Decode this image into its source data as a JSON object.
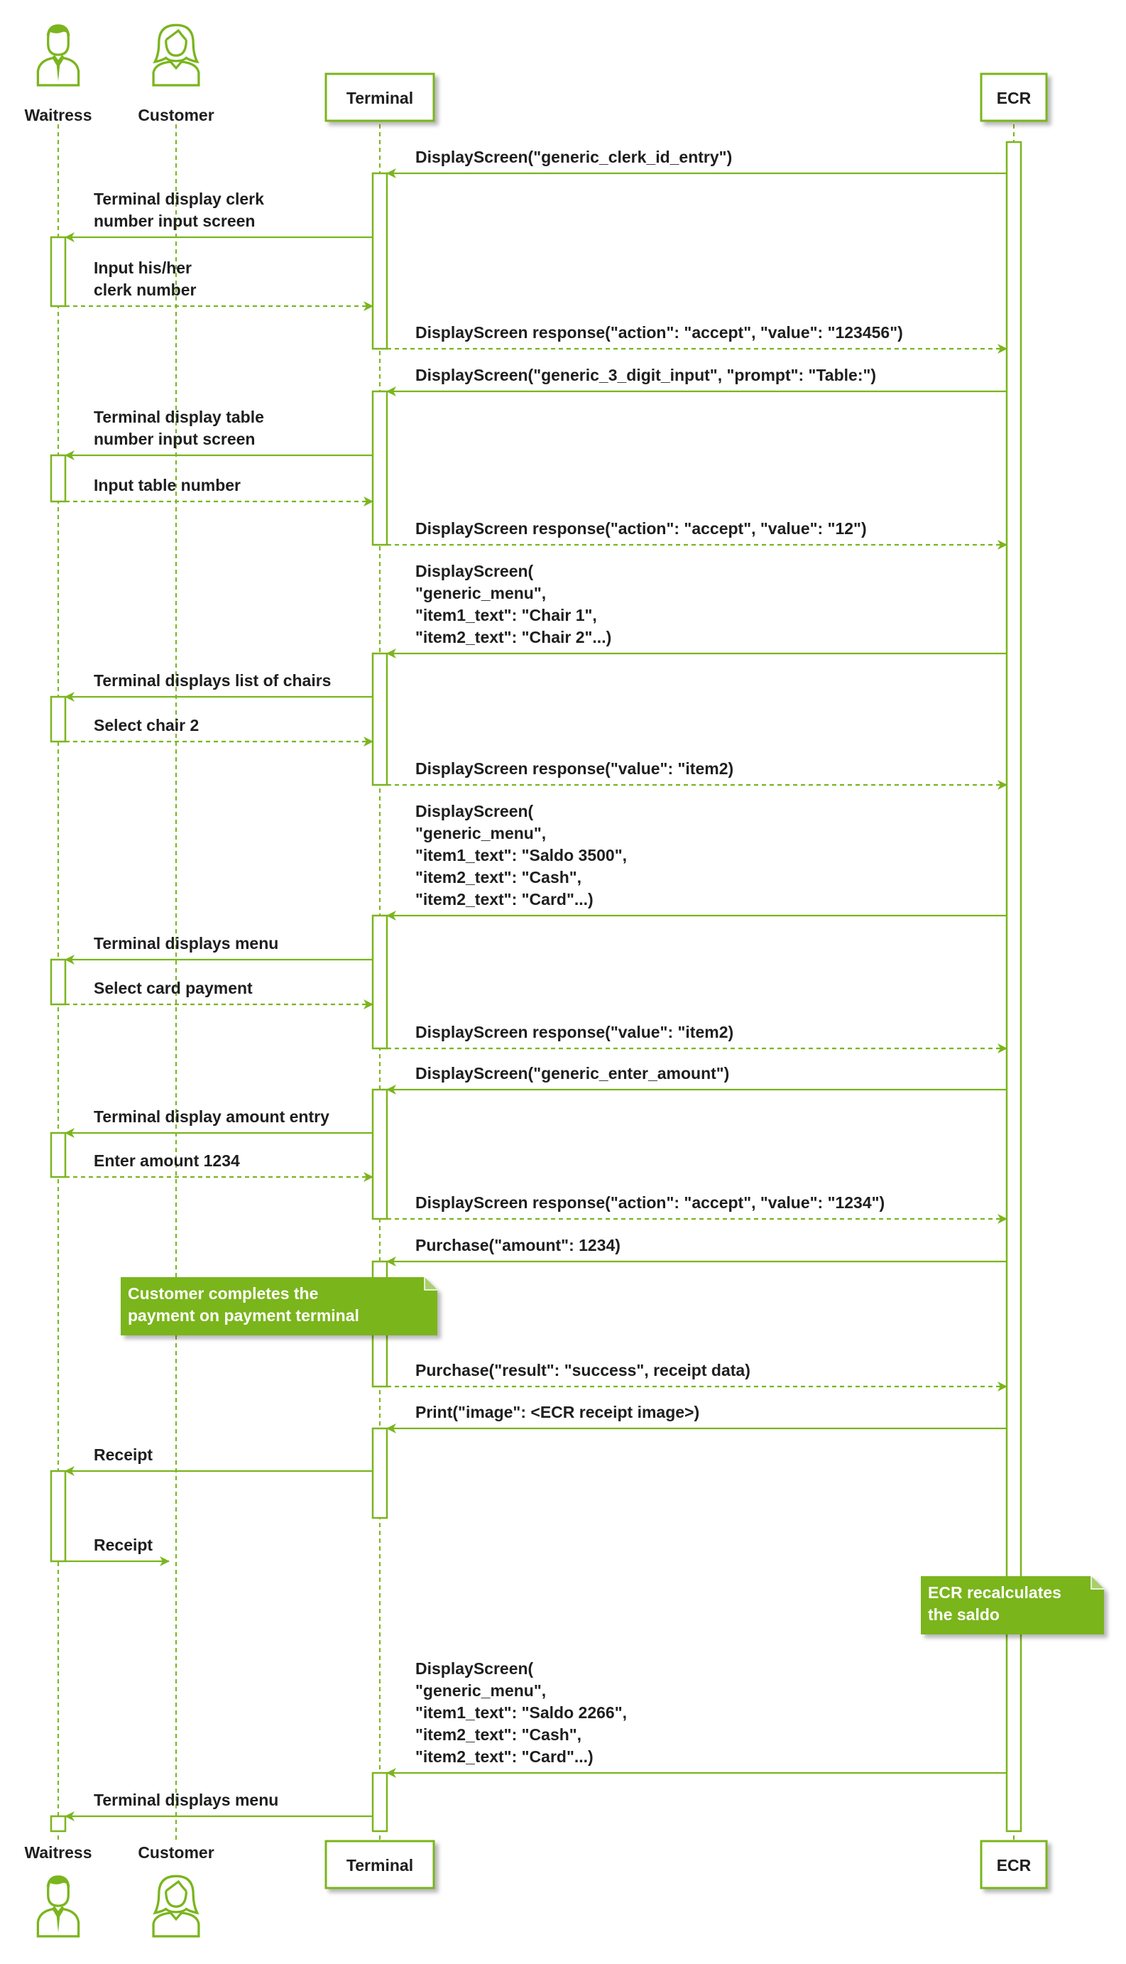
{
  "colors": {
    "accent": "#7ab51d",
    "note_fill": "#7ab51d",
    "note_text": "#ffffff",
    "text": "#1e1e1e"
  },
  "participants": [
    {
      "id": "waitress",
      "label": "Waitress",
      "kind": "actor",
      "actor_icon": "male-user-icon"
    },
    {
      "id": "customer",
      "label": "Customer",
      "kind": "actor",
      "actor_icon": "female-user-icon"
    },
    {
      "id": "terminal",
      "label": "Terminal",
      "kind": "box"
    },
    {
      "id": "ecr",
      "label": "ECR",
      "kind": "box"
    }
  ],
  "messages": [
    {
      "from": "ecr",
      "to": "terminal",
      "style": "solid",
      "lines": [
        "DisplayScreen(\"generic_clerk_id_entry\")"
      ]
    },
    {
      "from": "terminal",
      "to": "waitress",
      "style": "solid",
      "lines": [
        "Terminal display clerk",
        "number input screen"
      ]
    },
    {
      "from": "waitress",
      "to": "terminal",
      "style": "dashed",
      "lines": [
        "Input his/her",
        "clerk number"
      ]
    },
    {
      "from": "terminal",
      "to": "ecr",
      "style": "dashed",
      "lines": [
        "DisplayScreen response(\"action\": \"accept\", \"value\": \"123456\")"
      ]
    },
    {
      "from": "ecr",
      "to": "terminal",
      "style": "solid",
      "lines": [
        "DisplayScreen(\"generic_3_digit_input\", \"prompt\": \"Table:\")"
      ]
    },
    {
      "from": "terminal",
      "to": "waitress",
      "style": "solid",
      "lines": [
        "Terminal display table",
        "number input screen"
      ]
    },
    {
      "from": "waitress",
      "to": "terminal",
      "style": "dashed",
      "lines": [
        "Input table number"
      ]
    },
    {
      "from": "terminal",
      "to": "ecr",
      "style": "dashed",
      "lines": [
        "DisplayScreen response(\"action\": \"accept\", \"value\": \"12\")"
      ]
    },
    {
      "from": "ecr",
      "to": "terminal",
      "style": "solid",
      "lines": [
        "DisplayScreen(",
        "\"generic_menu\",",
        "\"item1_text\": \"Chair 1\",",
        "\"item2_text\": \"Chair 2\"...)"
      ]
    },
    {
      "from": "terminal",
      "to": "waitress",
      "style": "solid",
      "lines": [
        "Terminal displays list of chairs"
      ]
    },
    {
      "from": "waitress",
      "to": "terminal",
      "style": "dashed",
      "lines": [
        "Select chair 2"
      ]
    },
    {
      "from": "terminal",
      "to": "ecr",
      "style": "dashed",
      "lines": [
        "DisplayScreen response(\"value\": \"item2)"
      ]
    },
    {
      "from": "ecr",
      "to": "terminal",
      "style": "solid",
      "lines": [
        "DisplayScreen(",
        "\"generic_menu\",",
        "\"item1_text\": \"Saldo 3500\",",
        "\"item2_text\": \"Cash\",",
        "\"item2_text\": \"Card\"...)"
      ]
    },
    {
      "from": "terminal",
      "to": "waitress",
      "style": "solid",
      "lines": [
        "Terminal displays menu"
      ]
    },
    {
      "from": "waitress",
      "to": "terminal",
      "style": "dashed",
      "lines": [
        "Select card payment"
      ]
    },
    {
      "from": "terminal",
      "to": "ecr",
      "style": "dashed",
      "lines": [
        "DisplayScreen response(\"value\": \"item2)"
      ]
    },
    {
      "from": "ecr",
      "to": "terminal",
      "style": "solid",
      "lines": [
        "DisplayScreen(\"generic_enter_amount\")"
      ]
    },
    {
      "from": "terminal",
      "to": "waitress",
      "style": "solid",
      "lines": [
        "Terminal display amount entry"
      ]
    },
    {
      "from": "waitress",
      "to": "terminal",
      "style": "dashed",
      "lines": [
        "Enter amount 1234"
      ]
    },
    {
      "from": "terminal",
      "to": "ecr",
      "style": "dashed",
      "lines": [
        "DisplayScreen response(\"action\": \"accept\", \"value\": \"1234\")"
      ]
    },
    {
      "from": "ecr",
      "to": "terminal",
      "style": "solid",
      "lines": [
        "Purchase(\"amount\": 1234)"
      ]
    },
    {
      "from": "terminal",
      "to": "ecr",
      "style": "dashed",
      "lines": [
        "Purchase(\"result\": \"success\", receipt data)"
      ]
    },
    {
      "from": "ecr",
      "to": "terminal",
      "style": "solid",
      "lines": [
        "Print(\"image\": <ECR receipt image>)"
      ]
    },
    {
      "from": "terminal",
      "to": "waitress",
      "style": "solid",
      "lines": [
        "Receipt"
      ]
    },
    {
      "from": "waitress",
      "to": "customer",
      "style": "solid",
      "lines": [
        "Receipt"
      ]
    },
    {
      "from": "ecr",
      "to": "terminal",
      "style": "solid",
      "lines": [
        "DisplayScreen(",
        "\"generic_menu\",",
        "\"item1_text\": \"Saldo 2266\",",
        "\"item2_text\": \"Cash\",",
        "\"item2_text\": \"Card\"...)"
      ]
    },
    {
      "from": "terminal",
      "to": "waitress",
      "style": "solid",
      "lines": [
        "Terminal displays menu"
      ]
    }
  ],
  "notes": [
    {
      "over": "terminal",
      "lines": [
        "Customer completes the",
        "payment on payment terminal"
      ]
    },
    {
      "over": "ecr",
      "lines": [
        "ECR recalculates",
        "the saldo"
      ]
    }
  ]
}
